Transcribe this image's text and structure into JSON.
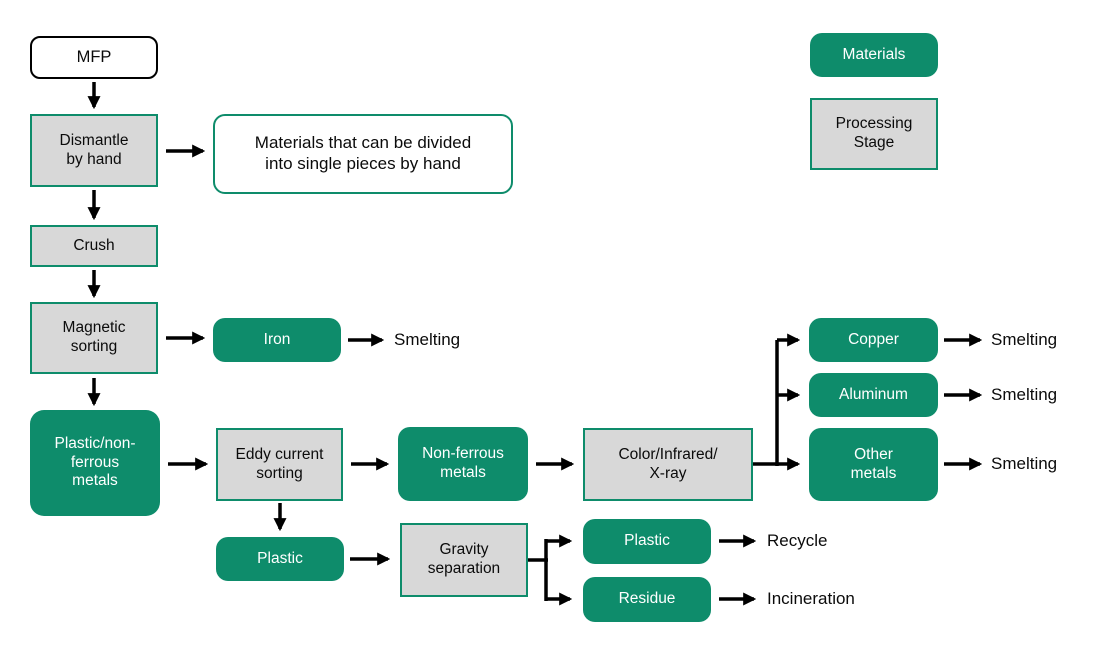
{
  "nodes": {
    "mfp": "MFP",
    "dismantle": "Dismantle\nby hand",
    "note": "Materials that can be divided\ninto single pieces by hand",
    "crush": "Crush",
    "magnetic_sorting": "Magnetic\nsorting",
    "iron": "Iron",
    "plastic_nonferrous": "Plastic/non-\nferrous\nmetals",
    "eddy_current_sorting": "Eddy current\nsorting",
    "nonferrous_metals": "Non-ferrous\nmetals",
    "color_infrared_xray": "Color/Infrared/\nX-ray",
    "copper": "Copper",
    "aluminum": "Aluminum",
    "other_metals": "Other\nmetals",
    "plastic_sorted": "Plastic",
    "gravity_separation": "Gravity\nseparation",
    "plastic_output": "Plastic",
    "residue": "Residue"
  },
  "terminals": {
    "smelting_iron": "Smelting",
    "smelting_copper": "Smelting",
    "smelting_aluminum": "Smelting",
    "smelting_other": "Smelting",
    "recycle": "Recycle",
    "incineration": "Incineration"
  },
  "legend": {
    "materials": "Materials",
    "processing_stage": "Processing\nStage"
  },
  "colors": {
    "material_green": "#0E8C6B",
    "stage_gray": "#D8D8D8",
    "arrow_black": "#000000"
  }
}
